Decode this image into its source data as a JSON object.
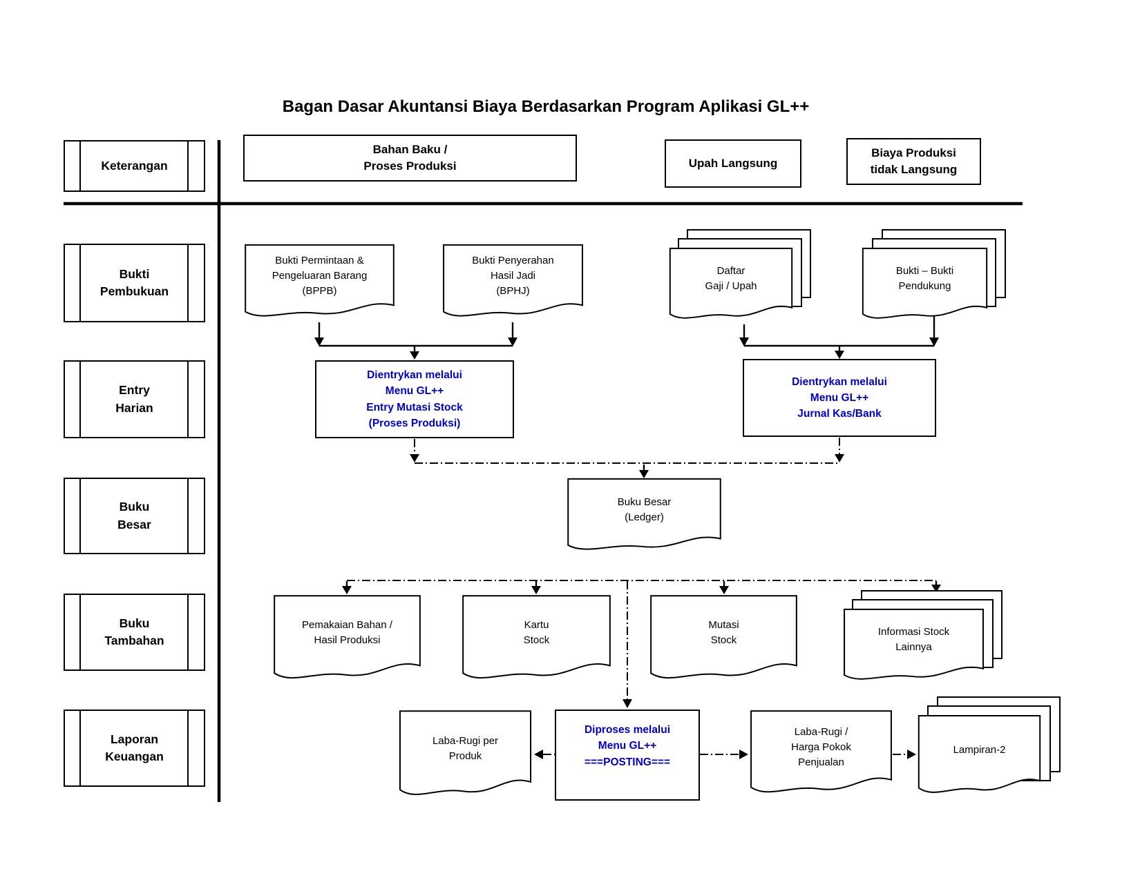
{
  "title": "Bagan Dasar Akuntansi Biaya Berdasarkan Program Aplikasi  GL++",
  "colors": {
    "accent_blue": "#0000CD",
    "line_black": "#000000"
  },
  "sidebar": {
    "items": [
      {
        "label": "Keterangan"
      },
      {
        "label": "Bukti\nPembukuan"
      },
      {
        "label": "Entry\nHarian"
      },
      {
        "label": "Buku\nBesar"
      },
      {
        "label": "Buku\nTambahan"
      },
      {
        "label": "Laporan\nKeuangan"
      }
    ]
  },
  "headers": {
    "items": [
      {
        "label": "Bahan Baku /\nProses Produksi"
      },
      {
        "label": "Upah Langsung"
      },
      {
        "label": "Biaya Produksi\ntidak Langsung"
      }
    ]
  },
  "nodes": {
    "bppb": "Bukti Permintaan  &\nPengeluaran Barang\n(BPPB)",
    "bphj": "Bukti Penyerahan\nHasil Jadi\n(BPHJ)",
    "daftar_gaji": "Daftar\nGaji / Upah",
    "bukti_pendukung": "Bukti – Bukti\nPendukung",
    "entry_mutasi": "Dientrykan melalui\nMenu GL++\nEntry Mutasi Stock\n(Proses Produksi)",
    "jurnal_kas": "Dientrykan melalui\nMenu GL++\nJurnal Kas/Bank",
    "buku_besar": "Buku Besar\n(Ledger)",
    "pemakaian_bahan": "Pemakaian Bahan /\nHasil Produksi",
    "kartu_stock": "Kartu\nStock",
    "mutasi_stock": "Mutasi\nStock",
    "informasi_stock": "Informasi Stock\nLainnya",
    "laba_rugi_produk": "Laba-Rugi per\nProduk",
    "posting": "Diproses melalui\nMenu GL++\n===POSTING===",
    "laba_rugi_hpp": "Laba-Rugi /\nHarga Pokok\nPenjualan",
    "lampiran": "Lampiran-2"
  }
}
